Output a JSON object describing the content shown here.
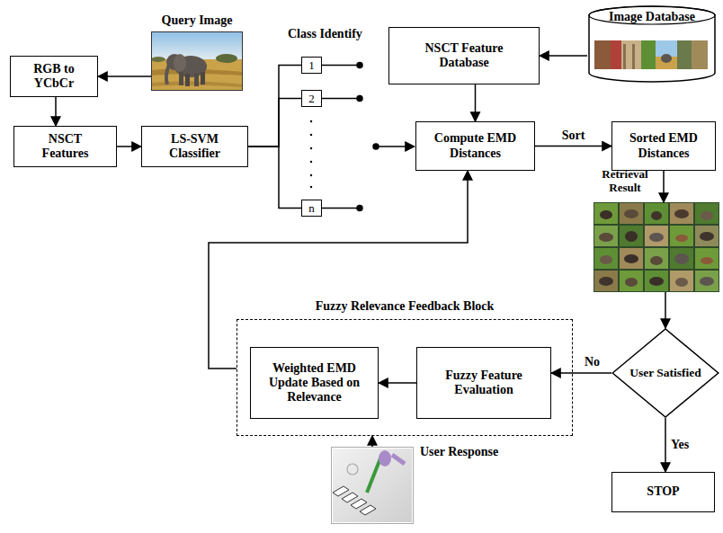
{
  "diagram": {
    "nodes": [
      {
        "text": [
          "Query Image"
        ]
      },
      {
        "text": [
          "Image Database"
        ]
      },
      {
        "text": [
          "RGB to YCbCr"
        ]
      },
      {
        "text": [
          "NSCT Feature Database"
        ]
      },
      {
        "text": [
          "NSCT Features"
        ]
      },
      {
        "text": [
          "LS-SVM Classifier"
        ]
      },
      {
        "text": [
          "1"
        ]
      },
      {
        "text": [
          "2"
        ]
      },
      {
        "text": [
          "n"
        ]
      },
      {
        "text": [
          "Compute EMD Distances"
        ]
      },
      {
        "text": [
          "Sorted EMD Distances"
        ]
      },
      {
        "text": [
          "Retrieval Result"
        ]
      },
      {
        "text": [
          "Fuzzy Relevance Feedback Block"
        ]
      },
      {
        "text": [
          "Weighted EMD Update Based on Relevance"
        ],
        "in": 12
      },
      {
        "text": [
          "Fuzzy Feature Evaluation"
        ],
        "in": 12
      },
      {
        "text": [
          "User Satisfied"
        ]
      },
      {
        "text": [
          "STOP"
        ]
      },
      {
        "text": [
          "User Response"
        ]
      }
    ],
    "edges": [
      {
        "from": 0,
        "to": 2,
        "arrow": "to"
      },
      {
        "from": 2,
        "to": 4,
        "arrow": "to"
      },
      {
        "from": 4,
        "to": 5,
        "arrow": "to"
      },
      {
        "from": 5,
        "to": 6,
        "arrow": "none"
      },
      {
        "from": 5,
        "to": 7,
        "arrow": "none"
      },
      {
        "from": 5,
        "to": 8,
        "arrow": "none"
      },
      {
        "from": 1,
        "to": 3,
        "arrow": "to"
      },
      {
        "from": 3,
        "to": 9,
        "arrow": "to"
      },
      {
        "from": 9,
        "to": 10,
        "label": "Sort",
        "arrow": "to"
      },
      {
        "from": 10,
        "to": 11,
        "arrow": "to"
      },
      {
        "from": 11,
        "to": 15,
        "arrow": "to"
      },
      {
        "from": 15,
        "to": 14,
        "label": "No",
        "arrow": "to"
      },
      {
        "from": 14,
        "to": 13,
        "arrow": "to"
      },
      {
        "from": 12,
        "to": 9,
        "arrow": "to"
      },
      {
        "from": 15,
        "to": 16,
        "label": "Yes",
        "arrow": "to"
      },
      {
        "from": 17,
        "to": 12,
        "arrow": "to"
      }
    ],
    "labels": [
      "Class Identify"
    ]
  }
}
